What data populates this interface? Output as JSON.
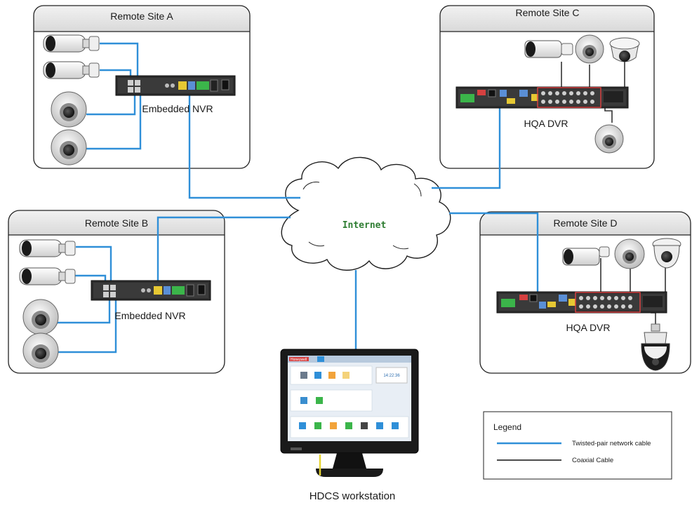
{
  "sites": {
    "a": {
      "title": "Remote Site A",
      "recorder": "Embedded NVR"
    },
    "b": {
      "title": "Remote Site B",
      "recorder": "Embedded NVR"
    },
    "c": {
      "title": "Remote Site C",
      "recorder": "HQA DVR"
    },
    "d": {
      "title": "Remote Site D",
      "recorder": "HQA DVR"
    }
  },
  "internet": {
    "label": "Internet"
  },
  "workstation": {
    "label": "HDCS workstation",
    "screen_brand": "Honeywell",
    "screen_clock": "14:22:36"
  },
  "legend": {
    "title": "Legend",
    "items": [
      {
        "label": "Twisted-pair network cable",
        "color": "#2f8fd8"
      },
      {
        "label": "Coaxial Cable",
        "color": "#333333"
      }
    ]
  },
  "colors": {
    "network_cable": "#2f8fd8",
    "coax_cable": "#333333",
    "coax_bank": "#d64040",
    "panel_header": "#e6e6e6"
  }
}
